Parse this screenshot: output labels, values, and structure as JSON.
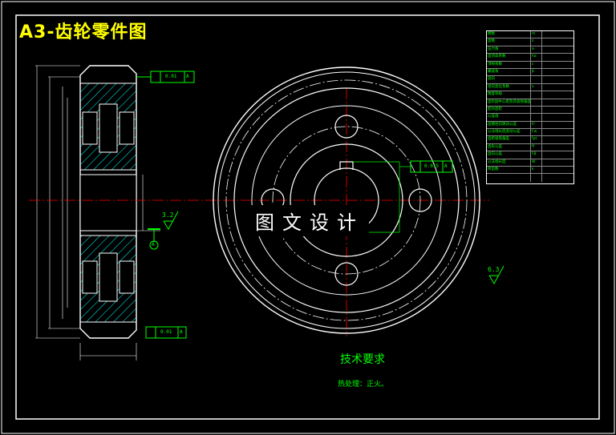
{
  "drawing": {
    "title": "A3-齿轮零件图",
    "watermark": "图文设计",
    "tech_requirements_title": "技术要求",
    "tech_requirements_text": "热处理：正火。",
    "roughness_1": "3.2",
    "roughness_2": "6.3",
    "tolerance_values": [
      "0.01",
      "0.01",
      "0.015"
    ],
    "datum": "A"
  },
  "param_table": {
    "rows": [
      {
        "name": "模数",
        "sym": "m",
        "val": ""
      },
      {
        "name": "齿数",
        "sym": "z",
        "val": ""
      },
      {
        "name": "压力角",
        "sym": "α",
        "val": ""
      },
      {
        "name": "齿顶高系数",
        "sym": "ha",
        "val": ""
      },
      {
        "name": "顶隙系数",
        "sym": "c",
        "val": ""
      },
      {
        "name": "螺旋角",
        "sym": "β",
        "val": ""
      },
      {
        "name": "旋向",
        "sym": "",
        "val": ""
      },
      {
        "name": "径向变位系数",
        "sym": "x",
        "val": ""
      },
      {
        "name": "精度等级",
        "sym": "",
        "val": ""
      },
      {
        "name": "齿轮副中心距及其极限偏差",
        "sym": "",
        "val": ""
      },
      {
        "name": "配对齿轮",
        "sym": "",
        "val": ""
      },
      {
        "name": "公差组",
        "sym": "",
        "val": ""
      },
      {
        "name": "齿圈径向跳动公差",
        "sym": "Fr",
        "val": ""
      },
      {
        "name": "公法线长度变动公差",
        "sym": "Fw",
        "val": ""
      },
      {
        "name": "齿距极限偏差",
        "sym": "fpt",
        "val": ""
      },
      {
        "name": "齿形公差",
        "sym": "ff",
        "val": ""
      },
      {
        "name": "齿向公差",
        "sym": "Fβ",
        "val": ""
      },
      {
        "name": "公法线长度",
        "sym": "W",
        "val": ""
      },
      {
        "name": "跨齿数",
        "sym": "k",
        "val": ""
      },
      {
        "name": "",
        "sym": "",
        "val": ""
      }
    ]
  },
  "colors": {
    "background": "#000000",
    "line": "#ffffff",
    "annotation": "#00ff00",
    "title": "#ffff00",
    "hatch": "#00ffff",
    "center_line": "#ff0000"
  }
}
